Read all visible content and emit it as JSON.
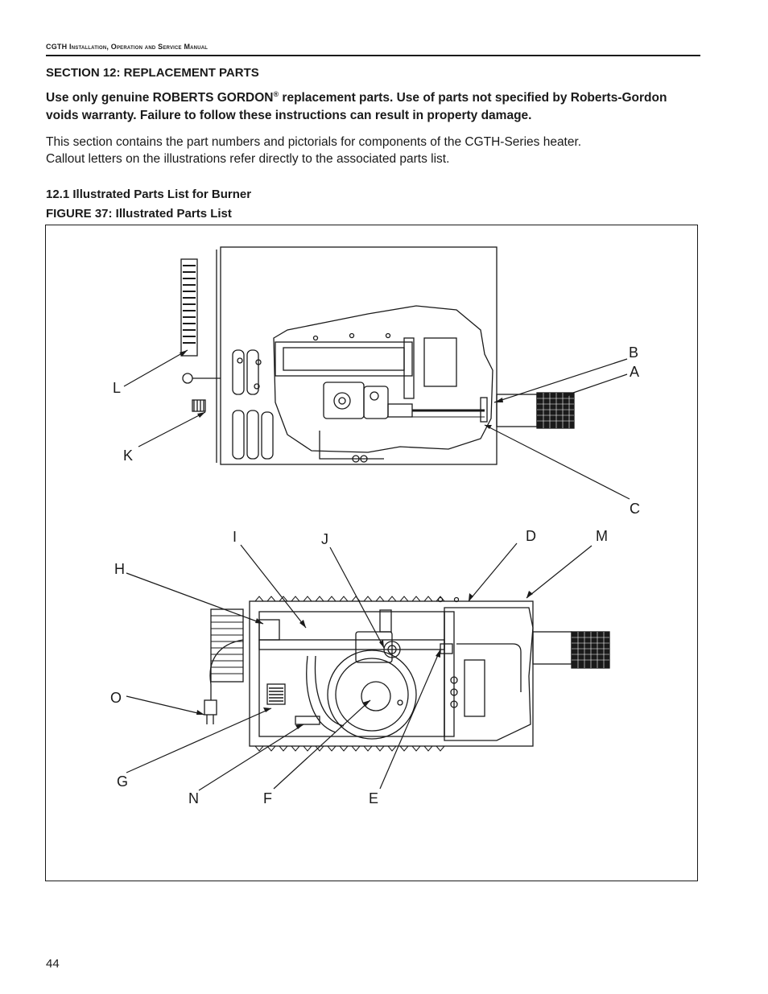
{
  "header": {
    "doc_code": "CGTH",
    "manual_title": "Installation, Operation and Service Manual"
  },
  "section_title": "SECTION 12: REPLACEMENT PARTS",
  "warning": {
    "part1": "Use only genuine ROBERTS GORDON",
    "registered": "®",
    "part2": " replacement parts. Use of parts not specified by Roberts-Gordon voids warranty. Failure to follow these instructions can result in property damage."
  },
  "intro": {
    "line1": "This section contains the part numbers and pictorials for components of the CGTH-Series heater.",
    "line2": "Callout letters on the illustrations refer directly to the associated parts list."
  },
  "subsection_title": "12.1 Illustrated Parts List for Burner",
  "figure_caption": "FIGURE 37: Illustrated Parts List",
  "callouts": {
    "A": "A",
    "B": "B",
    "C": "C",
    "D": "D",
    "E": "E",
    "F": "F",
    "G": "G",
    "H": "H",
    "I": "I",
    "J": "J",
    "K": "K",
    "L": "L",
    "M": "M",
    "N": "N",
    "O": "O"
  },
  "page_number": "44"
}
